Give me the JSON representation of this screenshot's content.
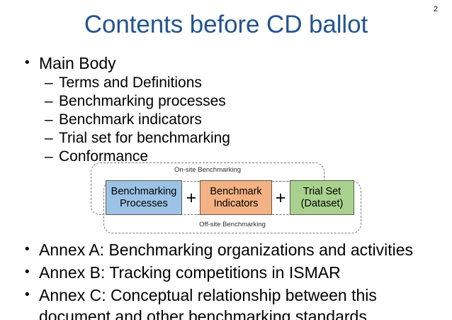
{
  "slide": {
    "page_number": "2",
    "title": "Contents before CD ballot",
    "title_color": "#24548E",
    "background": "#ffffff"
  },
  "outline": {
    "main_bullet_marker": "•",
    "sub_bullet_marker": "–",
    "main_body": {
      "label": "Main Body",
      "children": [
        "Terms and Definitions",
        "Benchmarking processes",
        "Benchmark indicators",
        "Trial set for benchmarking",
        "Conformance"
      ]
    },
    "annexes": [
      "Annex A: Benchmarking organizations and activities",
      "Annex B: Tracking competitions in ISMAR",
      "Annex C: Conceptual relationship between this document and other benchmarking standards"
    ]
  },
  "diagram": {
    "onsite_label": "On-site Benchmarking",
    "offsite_label": "Off-site Benchmarking",
    "operator": "+",
    "nodes": [
      {
        "line1": "Benchmarking",
        "line2": "Processes",
        "color": "#9CC3E5"
      },
      {
        "line1": "Benchmark",
        "line2": "Indicators",
        "color": "#F4B183"
      },
      {
        "line1": "Trial Set",
        "line2": "(Dataset)",
        "color": "#A9D18E"
      }
    ],
    "border_color": "#5b5b4a",
    "dash_color": "#7a7a7a"
  }
}
